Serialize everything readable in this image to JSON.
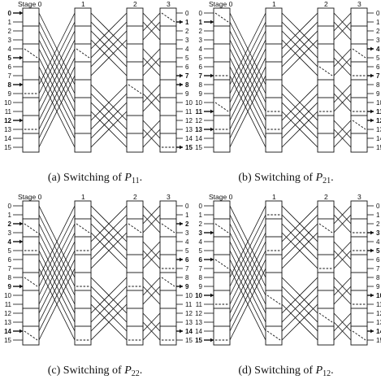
{
  "stage_labels": [
    "Stage 0",
    "1",
    "2",
    "3"
  ],
  "panels": [
    {
      "caption": {
        "prefix": "(a) Switching of ",
        "var": "P",
        "sub": "11",
        "suffix": "."
      },
      "bold_inputs": [
        0,
        5,
        8,
        12
      ],
      "bold_outputs": [
        1,
        7,
        8,
        15
      ],
      "active": [
        [
          0,
          2,
          "cross"
        ],
        [
          0,
          4,
          "bar"
        ],
        [
          0,
          6,
          "bar"
        ],
        [
          1,
          2,
          "cross"
        ],
        [
          2,
          4,
          "cross"
        ],
        [
          3,
          0,
          "cross"
        ],
        [
          3,
          7,
          "bar"
        ]
      ]
    },
    {
      "caption": {
        "prefix": "(b) Switching of ",
        "var": "P",
        "sub": "21",
        "suffix": "."
      },
      "bold_inputs": [
        1,
        7,
        11,
        13
      ],
      "bold_outputs": [
        4,
        7,
        11,
        12
      ],
      "active": [
        [
          0,
          0,
          "cross"
        ],
        [
          0,
          3,
          "bar"
        ],
        [
          0,
          5,
          "cross"
        ],
        [
          0,
          6,
          "bar"
        ],
        [
          1,
          5,
          "bar"
        ],
        [
          1,
          6,
          "bar"
        ],
        [
          2,
          3,
          "cross"
        ],
        [
          2,
          5,
          "bar"
        ],
        [
          3,
          2,
          "cross"
        ],
        [
          3,
          3,
          "bar"
        ],
        [
          3,
          5,
          "bar"
        ],
        [
          3,
          6,
          "cross"
        ]
      ]
    },
    {
      "caption": {
        "prefix": "(c) Switching of ",
        "var": "P",
        "sub": "22",
        "suffix": "."
      },
      "bold_inputs": [
        2,
        4,
        9,
        14
      ],
      "bold_outputs": [
        2,
        6,
        9,
        14
      ],
      "active": [
        [
          0,
          1,
          "cross"
        ],
        [
          0,
          2,
          "bar"
        ],
        [
          0,
          4,
          "cross"
        ],
        [
          0,
          7,
          "cross"
        ],
        [
          1,
          1,
          "cross"
        ],
        [
          1,
          2,
          "bar"
        ],
        [
          1,
          4,
          "bar"
        ],
        [
          1,
          7,
          "bar"
        ],
        [
          2,
          1,
          "cross"
        ],
        [
          2,
          4,
          "bar"
        ],
        [
          2,
          7,
          "bar"
        ],
        [
          3,
          1,
          "cross"
        ],
        [
          3,
          3,
          "bar"
        ],
        [
          3,
          4,
          "cross"
        ],
        [
          3,
          7,
          "bar"
        ]
      ]
    },
    {
      "caption": {
        "prefix": "(d) Switching of ",
        "var": "P",
        "sub": "12",
        "suffix": "."
      },
      "bold_inputs": [
        3,
        6,
        10,
        15
      ],
      "bold_outputs": [
        3,
        5,
        10,
        14
      ],
      "active": [
        [
          0,
          1,
          "cross"
        ],
        [
          0,
          3,
          "cross"
        ],
        [
          0,
          5,
          "bar"
        ],
        [
          0,
          7,
          "bar"
        ],
        [
          1,
          0,
          "bar"
        ],
        [
          1,
          2,
          "bar"
        ],
        [
          1,
          5,
          "cross"
        ],
        [
          1,
          7,
          "cross"
        ],
        [
          2,
          1,
          "cross"
        ],
        [
          2,
          3,
          "bar"
        ],
        [
          2,
          6,
          "cross"
        ],
        [
          3,
          1,
          "bar"
        ],
        [
          3,
          2,
          "bar"
        ],
        [
          3,
          5,
          "bar"
        ],
        [
          3,
          7,
          "cross"
        ]
      ]
    }
  ]
}
